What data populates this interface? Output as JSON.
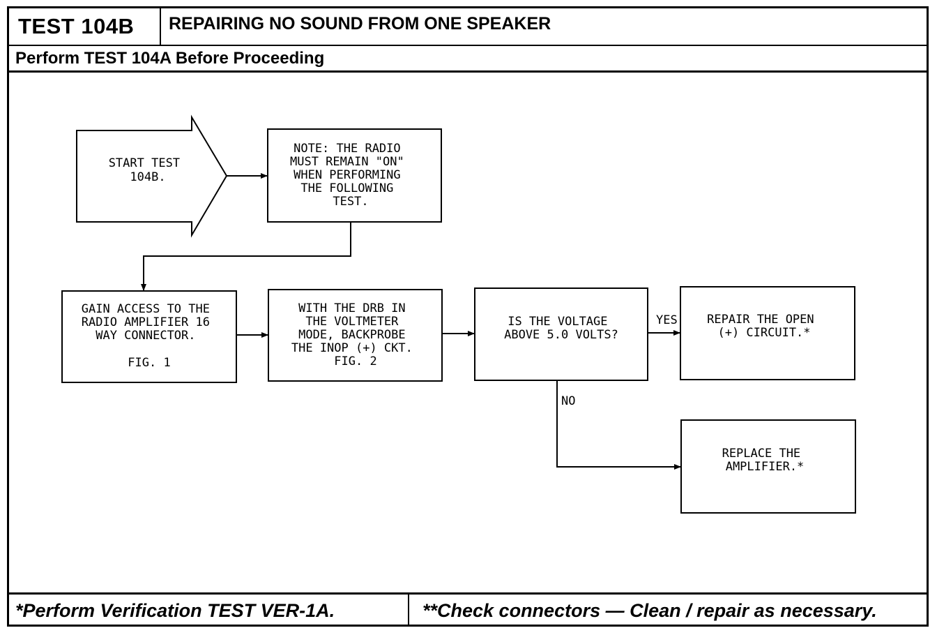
{
  "header": {
    "test_id": "TEST 104B",
    "title": "REPAIRING NO SOUND FROM ONE SPEAKER",
    "subtitle": "Perform TEST 104A Before Proceeding"
  },
  "nodes": {
    "start": [
      "START TEST",
      "104B."
    ],
    "note": [
      "NOTE: THE RADIO",
      "MUST REMAIN \"ON\"",
      "WHEN PERFORMING",
      "THE FOLLOWING",
      "TEST."
    ],
    "gain_access": [
      "GAIN ACCESS TO THE",
      "RADIO AMPLIFIER 16",
      "WAY CONNECTOR.",
      "",
      "FIG. 1"
    ],
    "voltmeter": [
      "WITH THE DRB IN",
      "THE VOLTMETER",
      "MODE, BACKPROBE",
      "THE INOP (+) CKT.",
      "FIG. 2"
    ],
    "decision": [
      "IS THE VOLTAGE",
      "ABOVE 5.0 VOLTS?"
    ],
    "repair_open": [
      "REPAIR THE OPEN",
      "(+) CIRCUIT.*"
    ],
    "replace_amp": [
      "REPLACE THE",
      "AMPLIFIER.*"
    ]
  },
  "edge_labels": {
    "yes": "YES",
    "no": "NO"
  },
  "footer": {
    "left": "*Perform Verification TEST VER-1A.",
    "right": "**Check connectors — Clean / repair as necessary."
  }
}
